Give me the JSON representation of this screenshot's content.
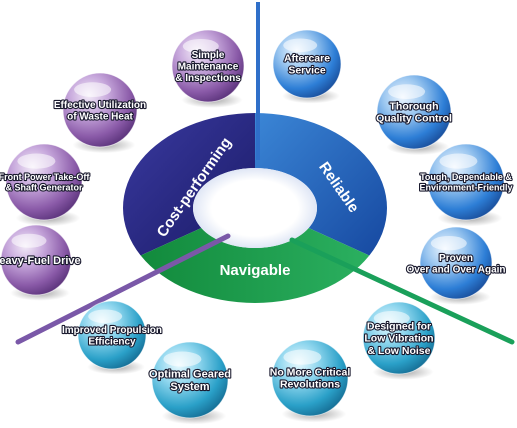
{
  "center_segments": [
    {
      "key": "cost",
      "label": "Cost-performing",
      "color": "#2a2a86"
    },
    {
      "key": "reliable",
      "label": "Reliable",
      "color": "#1b5fb8"
    },
    {
      "key": "navigable",
      "label": "Navigable",
      "color": "#1a9a48"
    }
  ],
  "colors": {
    "purple": "#8a5aa8",
    "blue": "#2d7ed6",
    "teal": "#2aa0c8",
    "divider_blue": "#2f6fc9",
    "divider_purple": "#7a58a8",
    "divider_green": "#1aa05a"
  },
  "bubbles": [
    {
      "name": "bubble-simple-maintenance",
      "group": "purple",
      "lines": [
        "Simple",
        "Maintenance",
        "& Inspections"
      ]
    },
    {
      "name": "bubble-waste-heat",
      "group": "purple",
      "lines": [
        "Effective Utilization",
        "of Waste Heat"
      ]
    },
    {
      "name": "bubble-front-power",
      "group": "purple",
      "lines": [
        "Front Power Take-Off",
        "& Shaft Generator"
      ]
    },
    {
      "name": "bubble-heavy-fuel",
      "group": "purple",
      "lines": [
        "Heavy-Fuel Drive"
      ]
    },
    {
      "name": "bubble-aftercare",
      "group": "blue",
      "lines": [
        "Aftercare",
        "Service"
      ]
    },
    {
      "name": "bubble-quality-control",
      "group": "blue",
      "lines": [
        "Thorough",
        "Quality Control"
      ]
    },
    {
      "name": "bubble-tough",
      "group": "blue",
      "lines": [
        "Tough, Dependable &",
        "Environment-Friendly"
      ]
    },
    {
      "name": "bubble-proven",
      "group": "blue",
      "lines": [
        "Proven",
        "Over and Over Again"
      ]
    },
    {
      "name": "bubble-low-vibration",
      "group": "teal",
      "lines": [
        "Designed for",
        "Low Vibration",
        "& Low Noise"
      ]
    },
    {
      "name": "bubble-no-critical",
      "group": "teal",
      "lines": [
        "No More Critical",
        "Revolutions"
      ]
    },
    {
      "name": "bubble-optimal-geared",
      "group": "teal",
      "lines": [
        "Optimal Geared",
        "System"
      ]
    },
    {
      "name": "bubble-propulsion",
      "group": "teal",
      "lines": [
        "Improved Propulsion",
        "Efficiency"
      ]
    }
  ]
}
